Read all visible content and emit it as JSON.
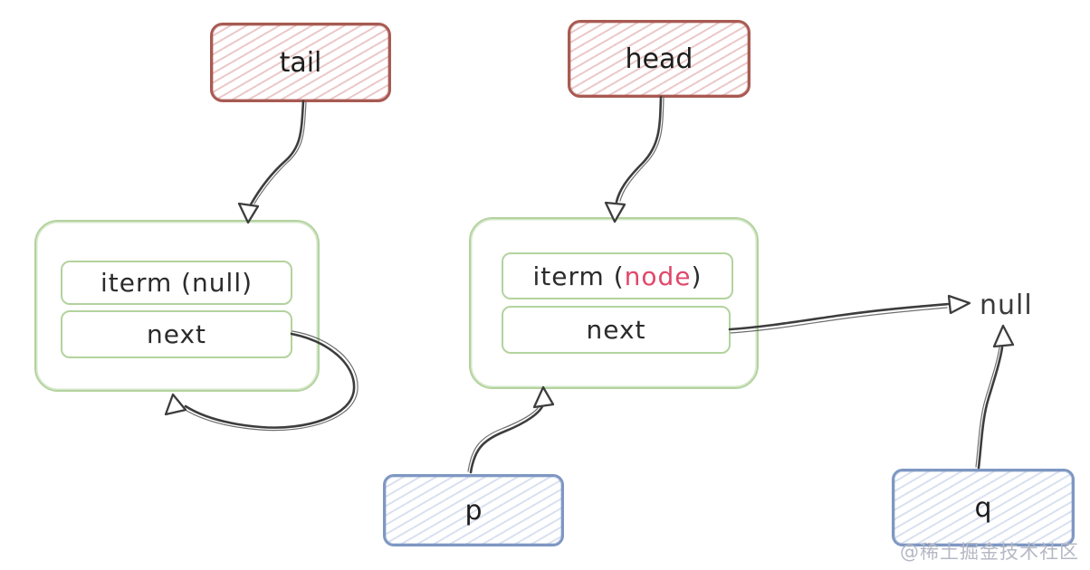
{
  "pointers": {
    "tail": {
      "label": "tail"
    },
    "head": {
      "label": "head"
    },
    "p": {
      "label": "p"
    },
    "q": {
      "label": "q"
    }
  },
  "nodes": {
    "left": {
      "field1": "iterm (null)",
      "field2": "next"
    },
    "right": {
      "field1_prefix": "iterm (",
      "field1_highlight": "node",
      "field1_suffix": ")",
      "field2": "next"
    }
  },
  "labels": {
    "null_text": "null"
  },
  "watermark": {
    "text": "@稀土掘金技术社区"
  },
  "colors": {
    "red_border": "#a85a52",
    "green_border": "#b3d39e",
    "blue_border": "#7e97c3",
    "ink": "#2f2f2f",
    "highlight": "#e0486b",
    "watermark": "#b5b8c4"
  }
}
